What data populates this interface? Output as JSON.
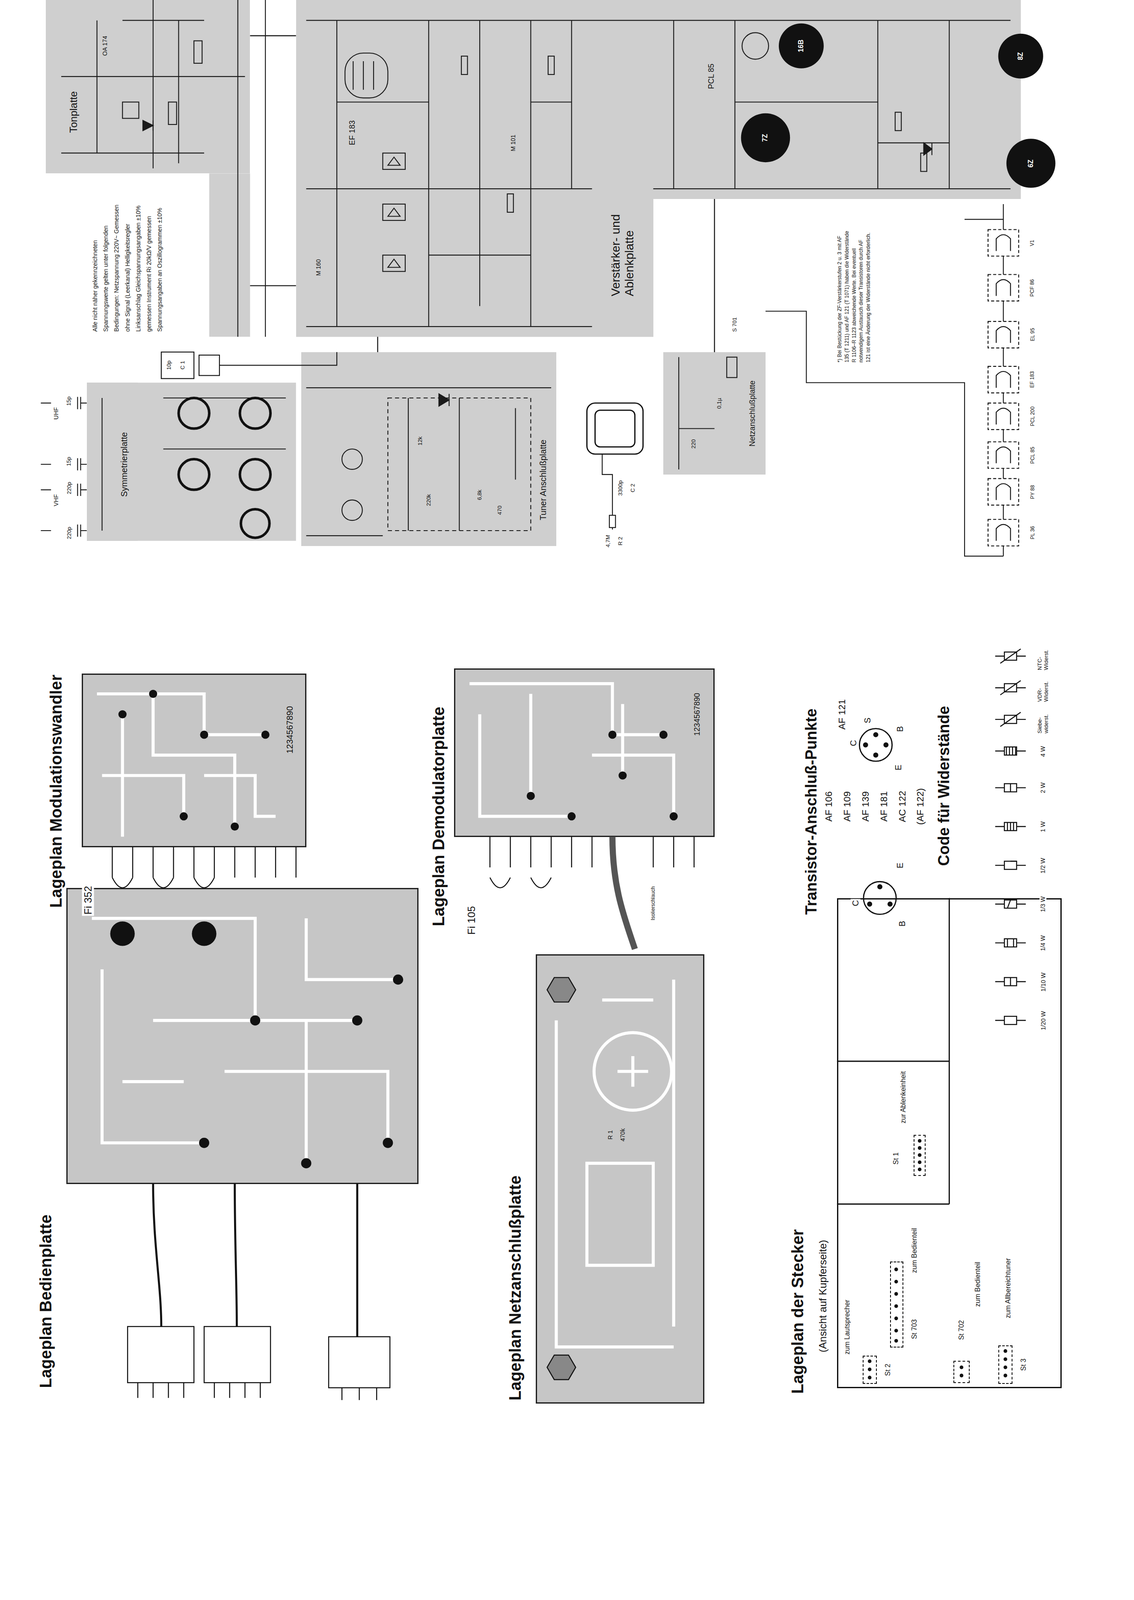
{
  "diagram": {
    "nodes": [
      {
        "text": [
          "Tonplatte"
        ]
      },
      {
        "text": [
          "Verstärker- und Ablenkplatte"
        ]
      },
      {
        "text": [
          "Symmetrierplatte"
        ]
      },
      {
        "text": [
          "Tuner Anschlußplatte"
        ]
      },
      {
        "text": [
          "Netzanschlußplatte"
        ]
      },
      {
        "text": [
          "Lageplan Modulationswandler",
          "Fi 352"
        ]
      },
      {
        "text": [
          "Lageplan Demodulatorplatte",
          "Fi 105"
        ]
      },
      {
        "text": [
          "Lageplan Bedienplatte"
        ]
      },
      {
        "text": [
          "Lageplan Netzanschlußplatte"
        ]
      },
      {
        "text": [
          "Lageplan der Stecker",
          "(Ansicht auf Kupferseite)"
        ]
      },
      {
        "text": [
          "St 1",
          "zur Ablenkeinheit"
        ],
        "in": 9
      },
      {
        "text": [
          "zum Lautsprecher",
          "St 2"
        ],
        "in": 9
      },
      {
        "text": [
          "St 703",
          "zum Bedienteil"
        ],
        "in": 9
      },
      {
        "text": [
          "St 702",
          "zum Bedienteil"
        ],
        "in": 9
      },
      {
        "text": [
          "St 3",
          "zum Allbereichtuner"
        ],
        "in": 9
      }
    ],
    "edges": [
      {
        "from": 3,
        "to": 1,
        "arrow": "none"
      },
      {
        "from": 4,
        "to": 1,
        "arrow": "none"
      },
      {
        "from": 0,
        "to": 1,
        "arrow": "none"
      }
    ],
    "labels": [
      "PCL 85",
      "EF 183",
      "OA 174",
      "M 160",
      "M 101",
      "16B",
      "7Z",
      "8Z",
      "6Z",
      "UHF",
      "VHF",
      "15p",
      "15p",
      "220p",
      "220p",
      "12k",
      "220k",
      "6,8k",
      "470",
      "0,1µ",
      "220",
      "S 701",
      "3300p",
      "C 2",
      "4,7M",
      "R 2",
      "10p",
      "C 1",
      "PL 36",
      "PY 88",
      "PCL 85",
      "PCL 200",
      "EF 183",
      "EL 95",
      "PCF 86",
      "V1",
      "Alle nicht näher gekennzeichneten Spannungswerte gelten unter folgenden Bedingungen: Netzspannung 220V~ Gemessen ohne Signal (Leerkanal) Helligkeitsregler Linksanschlag Gleichspannungsangaben ±10% gemessen Instrument Ri 20kΩ/V gemessen Spannungsangaben an Oszillogrammen ±10%",
      "*) Bei Bestückung der ZF-Verstärkerstufen 2 u. 3 mit AF 135 (T 1211) und AF 121 (T 1071) haben die Widerstände R 1106–R 1123 abweichende Werte. Bei eventuell notwendigem Austausch dieser Transistoren durch AF 121 ist eine Änderung der Widerstände nicht erforderlich.",
      "1234567890",
      "1234567890",
      "Isolierschlauch",
      "R 1",
      "470k",
      "AF 106",
      "AF 109",
      "AF 139",
      "AF 181",
      "AC 122",
      "(AF 122)",
      "AF 121",
      "C",
      "B",
      "E",
      "C",
      "S",
      "E",
      "B",
      "Transistor-Anschluß-Punkte",
      "Code für Widerstände",
      "1/20 W",
      "1/10 W",
      "1/4 W",
      "1/3 W",
      "1/2 W",
      "1 W",
      "2 W",
      "4 W",
      "Siebe-widerst.",
      "VDR-Widerst.",
      "NTC-Widerst."
    ]
  }
}
